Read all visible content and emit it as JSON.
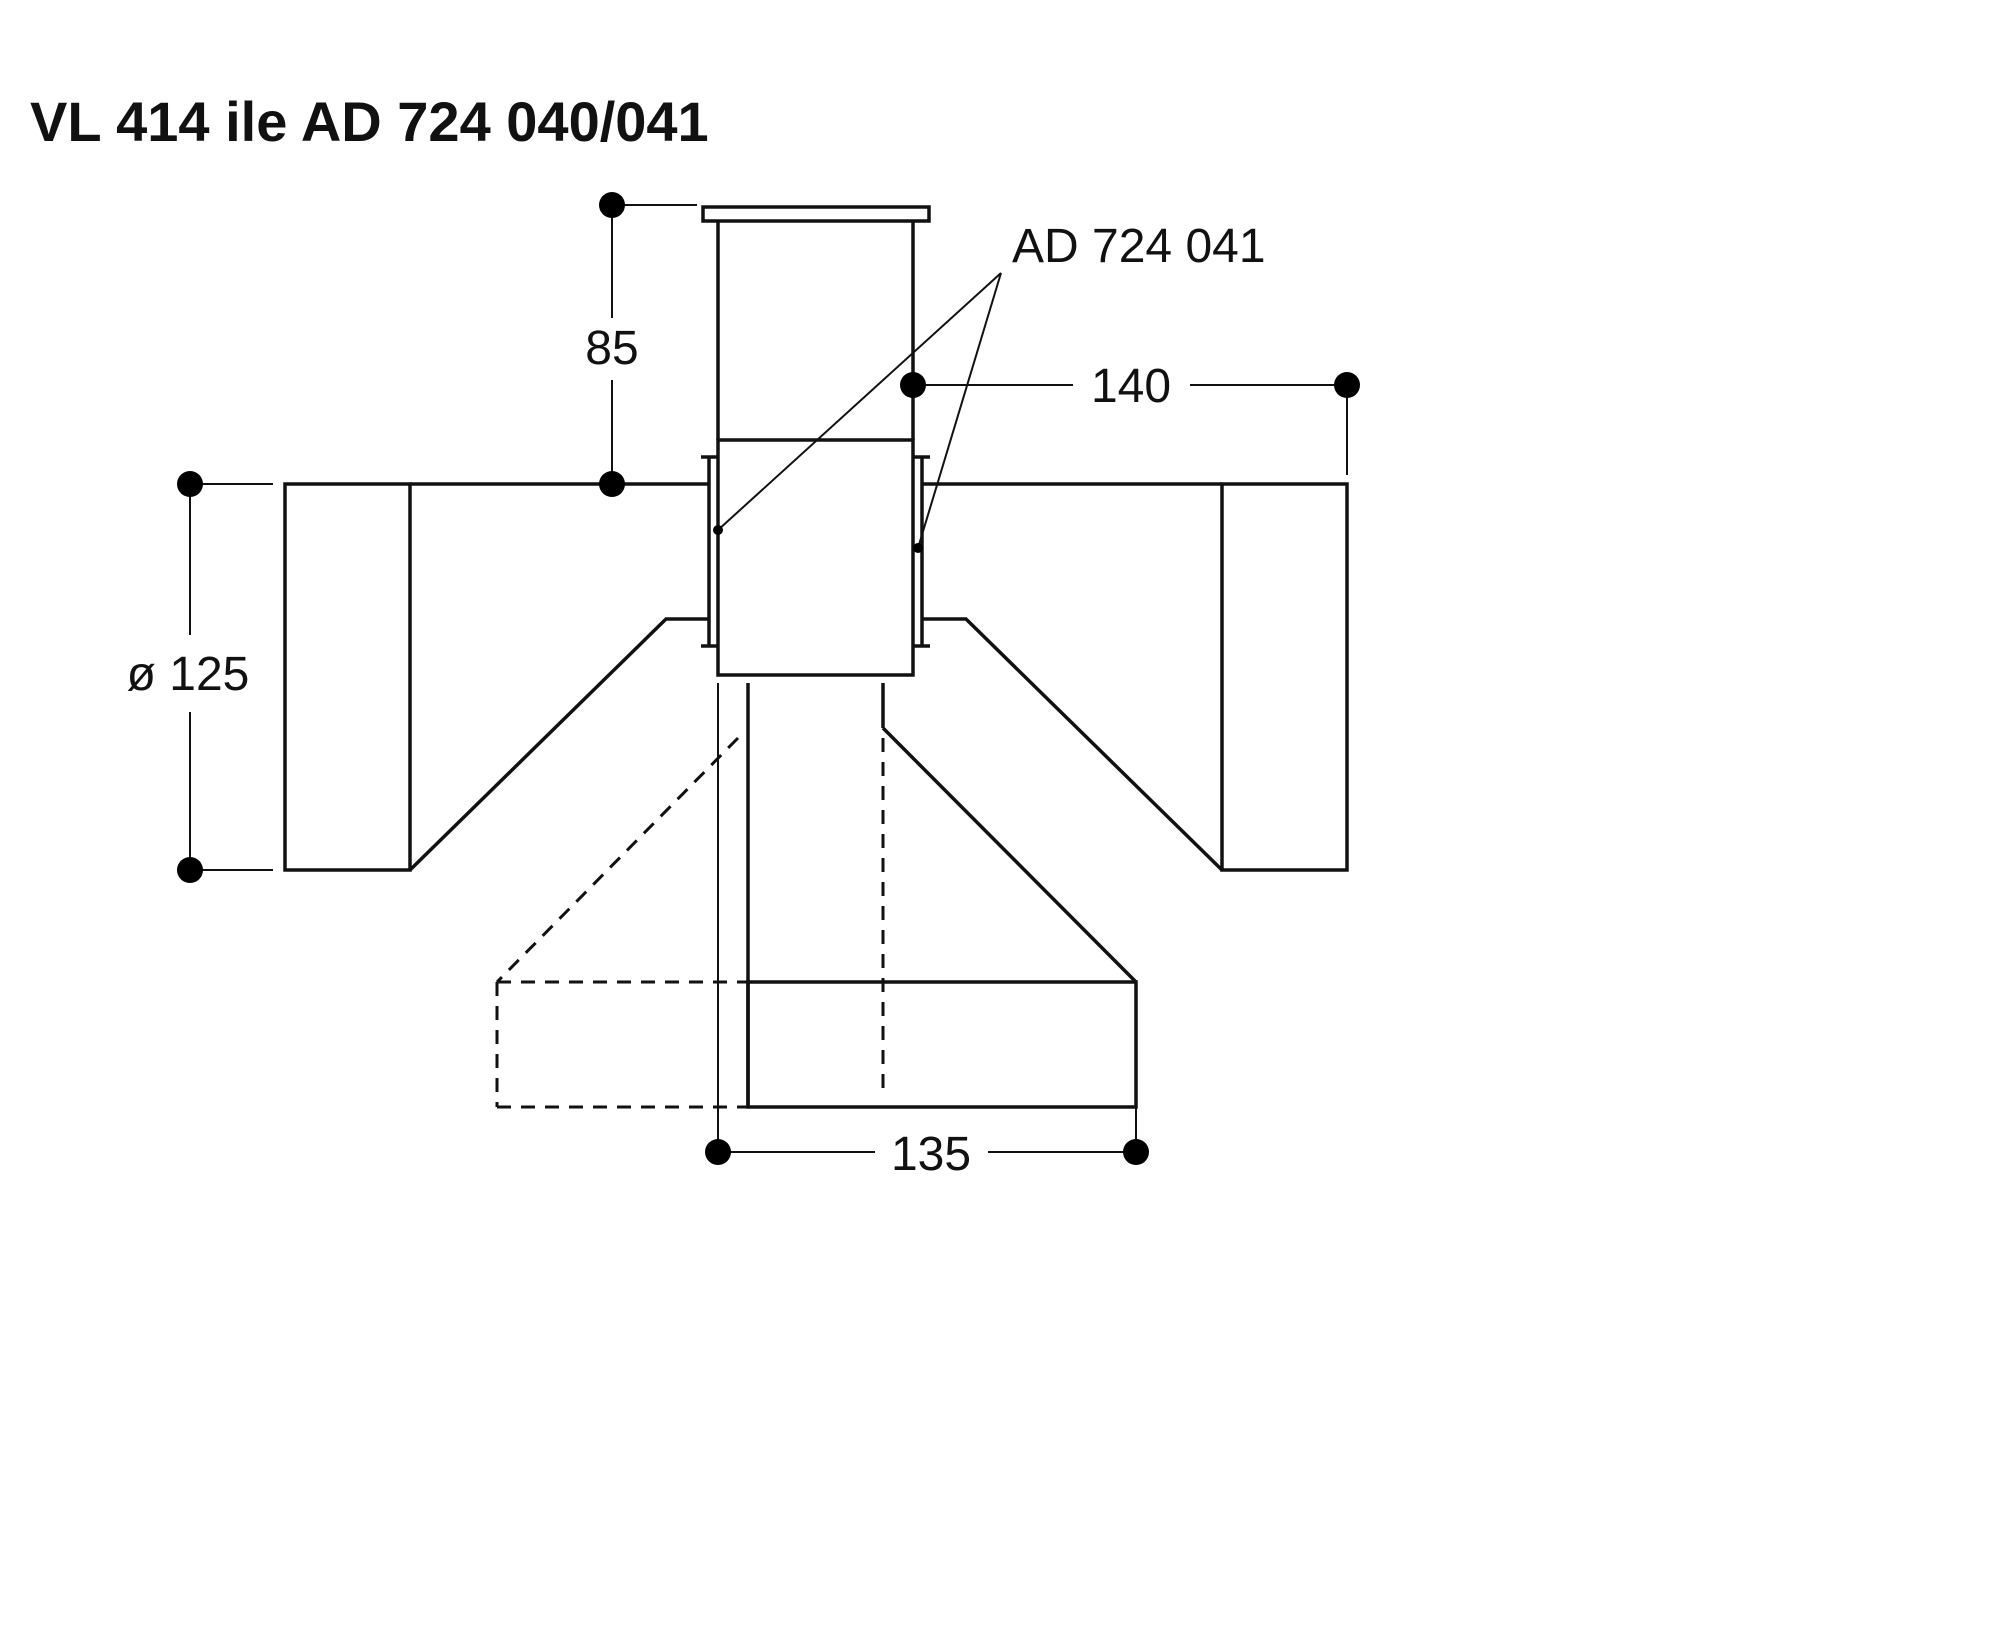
{
  "title": "VL 414 ile AD 724 040/041",
  "callout_label": "AD 724 041",
  "dimensions": {
    "height_top": "85",
    "width_right": "140",
    "diameter": "ø 125",
    "width_bottom": "135"
  },
  "colors": {
    "line": "#111111",
    "background": "#ffffff"
  }
}
